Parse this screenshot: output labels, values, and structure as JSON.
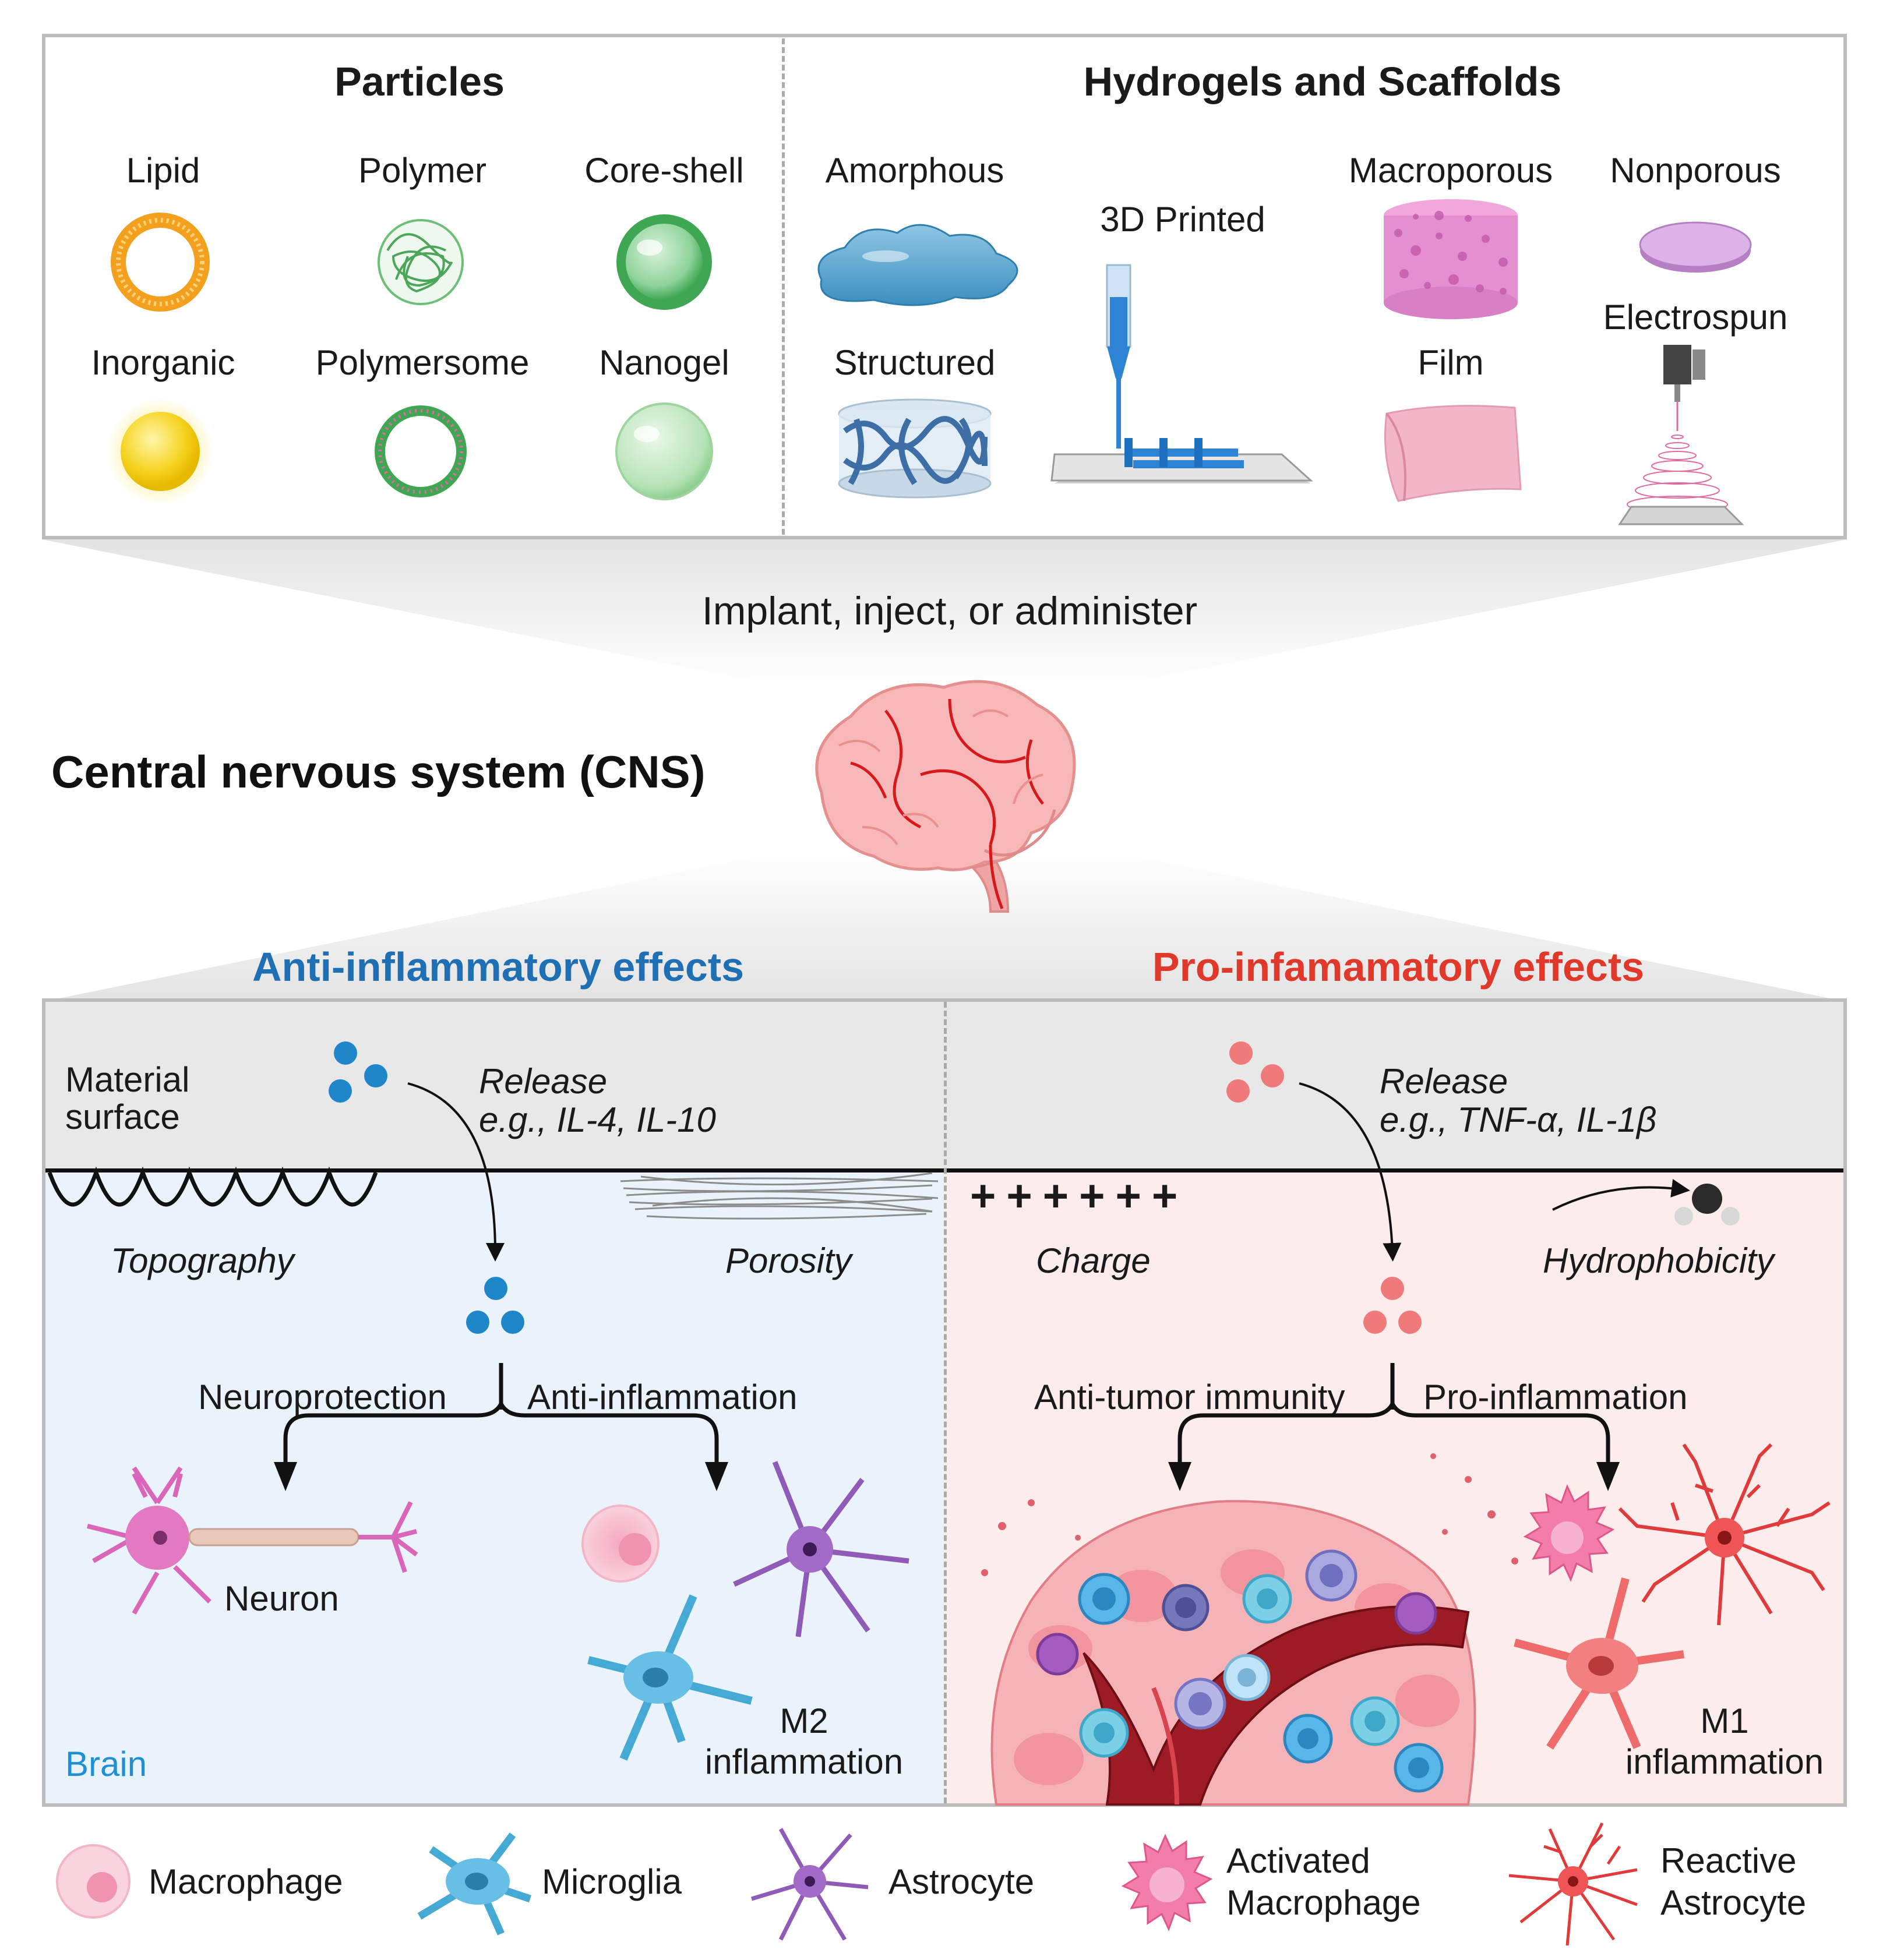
{
  "top": {
    "particles": {
      "title": "Particles",
      "items": [
        "Lipid",
        "Polymer",
        "Core-shell",
        "Inorganic",
        "Polymersome",
        "Nanogel"
      ]
    },
    "hydrogels": {
      "title": "Hydrogels and Scaffolds",
      "items": [
        "Amorphous",
        "3D Printed",
        "Macroporous",
        "Nonporous",
        "Electrospun",
        "Structured",
        "Film"
      ]
    }
  },
  "delivery": "Implant, inject, or administer",
  "cns_title": "Central nervous system (CNS)",
  "anti": {
    "title": "Anti-inflammatory effects",
    "material_surface": "Material surface",
    "release_title": "Release",
    "release_examples": "e.g., IL-4, IL-10",
    "topography": "Topography",
    "porosity": "Porosity",
    "neuroprotection": "Neuroprotection",
    "anti_inflammation": "Anti-inflammation",
    "neuron": "Neuron",
    "m2_line1": "M2",
    "m2_line2": "inflammation",
    "brain": "Brain"
  },
  "pro": {
    "title": "Pro-infamamatory effects",
    "release_title": "Release",
    "release_examples": "e.g., TNF-α, IL-1β",
    "charge": "Charge",
    "charge_symbols": "++++++",
    "hydrophobicity": "Hydrophobicity",
    "anti_tumor": "Anti-tumor immunity",
    "pro_inflammation": "Pro-inflammation",
    "m1_line1": "M1",
    "m1_line2": "inflammation"
  },
  "legend": {
    "macrophage": "Macrophage",
    "microglia": "Microglia",
    "astrocyte": "Astrocyte",
    "activated_l1": "Activated",
    "activated_l2": "Macrophage",
    "reactive_l1": "Reactive",
    "reactive_l2": "Astrocyte"
  },
  "colors": {
    "anti_blue": "#1f6fb5",
    "pro_red": "#e0392b",
    "brain_blue": "#1f8fd6"
  }
}
